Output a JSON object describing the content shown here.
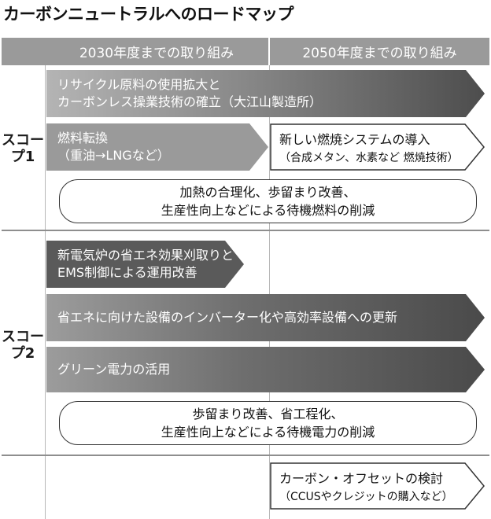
{
  "title": "カーボンニュートラルへのロードマップ",
  "header": {
    "col1": "2030年度までの取り組み",
    "col2": "2050年度までの取り組み"
  },
  "scope1": {
    "label": "スコープ1",
    "recycle_line1": "リサイクル原料の使用拡大と",
    "recycle_line2": "カーボンレス操業技術の確立（大江山製造所）",
    "fuel_line1": "燃料転換",
    "fuel_line2": "（重油→LNGなど）",
    "combustion_line1": "新しい燃焼システムの導入",
    "combustion_line2": "（合成メタン、水素など 燃焼技術）",
    "heating_line1": "加熱の合理化、歩留まり改善、",
    "heating_line2": "生産性向上などによる待機燃料の削減"
  },
  "scope2": {
    "label": "スコープ2",
    "furnace_line1": "新電気炉の省エネ効果刈取りと",
    "furnace_line2": "EMS制御による運用改善",
    "inverter": "省エネに向けた設備のインバーター化や高効率設備への更新",
    "green": "グリーン電力の活用",
    "yield_line1": "歩留まり改善、省工程化、",
    "yield_line2": "生産性向上などによる待機電力の削減"
  },
  "offset": {
    "line1": "カーボン・オフセットの検討",
    "line2": "（CCUSやクレジットの購入など）"
  }
}
